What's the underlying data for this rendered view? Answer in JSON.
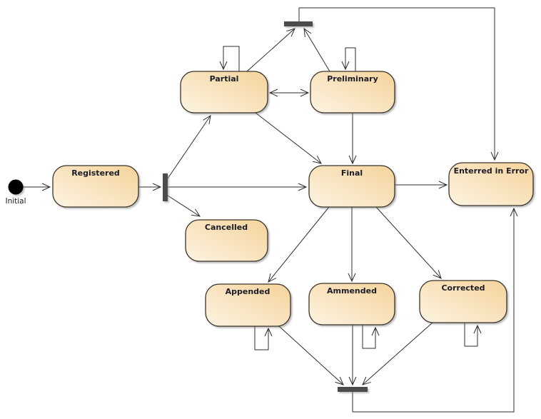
{
  "diagram": {
    "type": "uml-state-machine",
    "background": "#ffffff",
    "colors": {
      "state_fill_light": "#fdf4e3",
      "state_fill_dark": "#f5d39b",
      "state_border": "#3a342a",
      "fork_join_bar": "#4b4b4b",
      "connector": "#2e2e2e",
      "label_text": "#1c1c28"
    },
    "initial": {
      "label": "Initial"
    },
    "states": {
      "registered": {
        "label": "Registered"
      },
      "partial": {
        "label": "Partial"
      },
      "preliminary": {
        "label": "Preliminary"
      },
      "final": {
        "label": "Final"
      },
      "entered_in_error": {
        "label": "Enterred in Error"
      },
      "cancelled": {
        "label": "Cancelled"
      },
      "appended": {
        "label": "Appended"
      },
      "ammended": {
        "label": "Ammended"
      },
      "corrected": {
        "label": "Corrected"
      }
    },
    "pseudostates": {
      "fork_left": "fork-bar",
      "join_top": "join-bar",
      "join_bottom": "join-bar"
    },
    "transitions": [
      {
        "from": "Initial",
        "to": "Registered"
      },
      {
        "from": "Registered",
        "to": "fork-bar"
      },
      {
        "from": "fork-bar",
        "to": "Partial"
      },
      {
        "from": "fork-bar",
        "to": "Final"
      },
      {
        "from": "fork-bar",
        "to": "Cancelled"
      },
      {
        "from": "Partial",
        "to": "join-bar-top"
      },
      {
        "from": "Preliminary",
        "to": "join-bar-top"
      },
      {
        "from": "join-bar-top",
        "to": "Enterred in Error"
      },
      {
        "from": "Partial",
        "to": "Preliminary",
        "bidirectional": true
      },
      {
        "from": "Partial",
        "to": "Final"
      },
      {
        "from": "Preliminary",
        "to": "Final"
      },
      {
        "from": "Final",
        "to": "Enterred in Error"
      },
      {
        "from": "Final",
        "to": "Appended"
      },
      {
        "from": "Final",
        "to": "Ammended"
      },
      {
        "from": "Final",
        "to": "Corrected"
      },
      {
        "from": "Appended",
        "to": "join-bar-bottom"
      },
      {
        "from": "Ammended",
        "to": "join-bar-bottom"
      },
      {
        "from": "Corrected",
        "to": "join-bar-bottom"
      },
      {
        "from": "join-bar-bottom",
        "to": "Enterred in Error"
      },
      {
        "from": "Partial",
        "to": "Partial",
        "self": true
      },
      {
        "from": "Preliminary",
        "to": "Preliminary",
        "self": true
      },
      {
        "from": "Appended",
        "to": "Appended",
        "self": true
      },
      {
        "from": "Ammended",
        "to": "Ammended",
        "self": true
      },
      {
        "from": "Corrected",
        "to": "Corrected",
        "self": true
      }
    ]
  }
}
